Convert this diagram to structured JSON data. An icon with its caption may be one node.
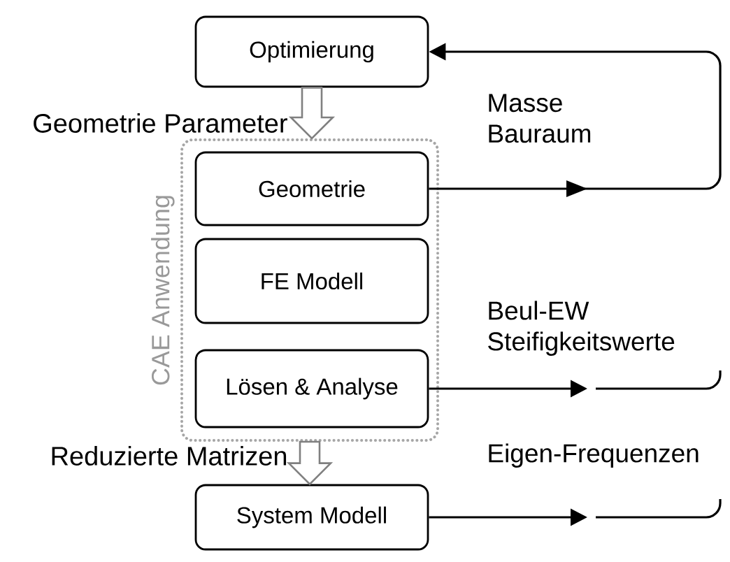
{
  "diagram": {
    "nodes": [
      {
        "text": [
          "Optimierung"
        ]
      },
      {
        "text": [
          "CAE Anwendung"
        ]
      },
      {
        "text": [
          "Geometrie"
        ],
        "in": 1
      },
      {
        "text": [
          "FE Modell"
        ],
        "in": 1
      },
      {
        "text": [
          "Lösen & Analyse"
        ],
        "in": 1
      },
      {
        "text": [
          "System Modell"
        ]
      }
    ],
    "edges": [
      {
        "from": 0,
        "to": 1,
        "arrow": "to",
        "label": "Geometrie Parameter",
        "color": "#808080"
      },
      {
        "from": 1,
        "to": 5,
        "arrow": "to",
        "label": "Reduzierte Matrizen",
        "color": "#808080"
      },
      {
        "from": 2,
        "to": 0,
        "arrow": "to",
        "label": "Masse Bauraum"
      },
      {
        "from": 4,
        "to": null,
        "arrow": "to",
        "label": "Beul-EW Steifigkeitswerte"
      },
      {
        "from": 5,
        "to": null,
        "arrow": "to",
        "label": "Eigen-Frequenzen"
      }
    ]
  }
}
